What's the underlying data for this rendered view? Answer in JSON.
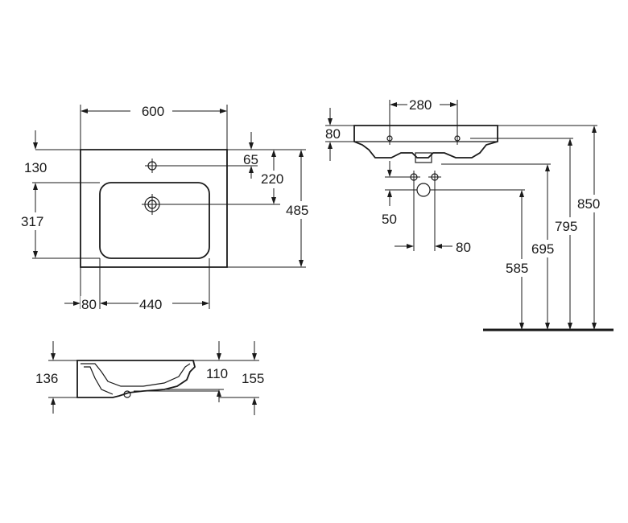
{
  "top_view": {
    "width": "600",
    "tap_offset": "130",
    "tap_to_edge": "65",
    "tap_to_drain": "220",
    "bowl_height": "317",
    "depth": "485",
    "left_margin": "80",
    "bowl_width": "440"
  },
  "side_section": {
    "overall_height": "136",
    "bowl_depth": "110",
    "overflow_height": "155"
  },
  "front_view": {
    "tap_spacing": "280",
    "rim_height": "80",
    "pipe_spacing": "80",
    "pipe_offset": "50",
    "outlet_height": "585",
    "valve_height": "695",
    "drain_height": "795",
    "total_height": "850"
  }
}
